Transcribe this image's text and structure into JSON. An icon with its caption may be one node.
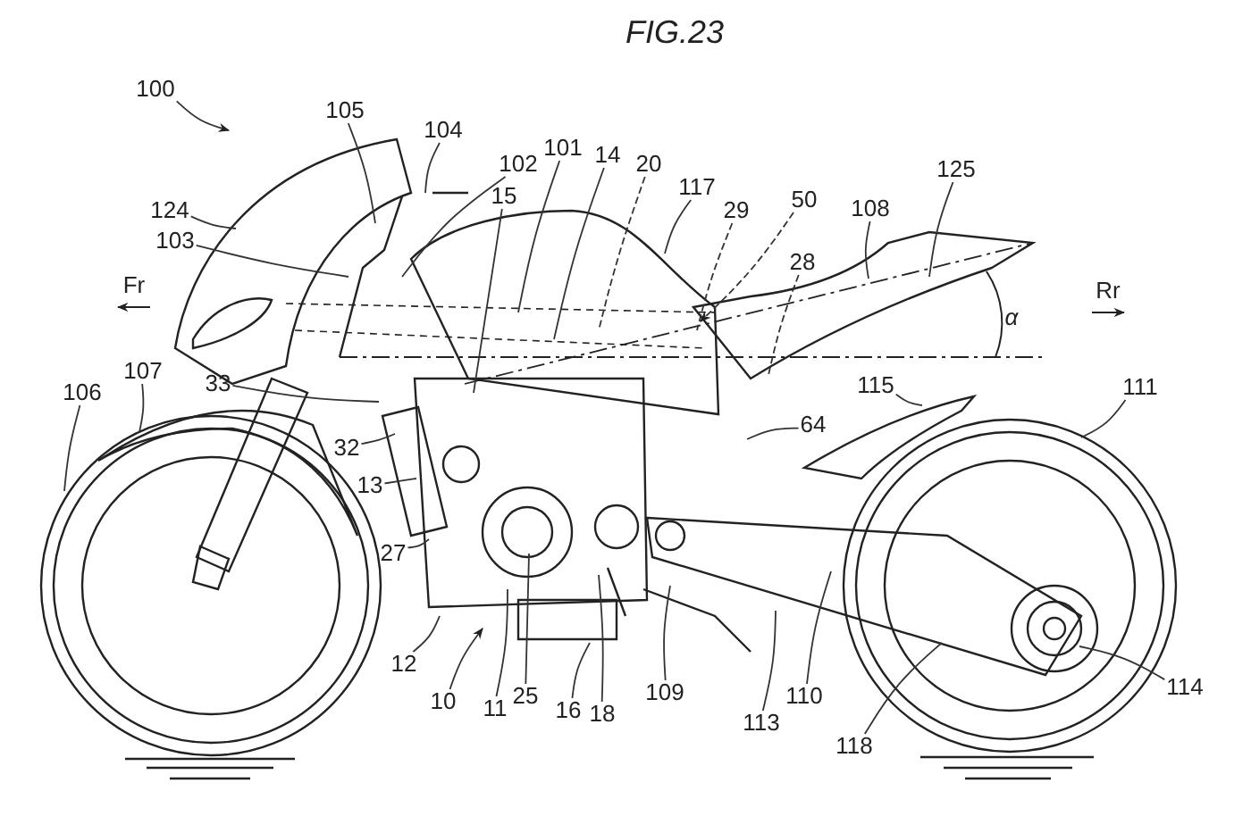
{
  "diagram": {
    "title": "FIG.23",
    "nodes": [
      {
        "text": [
          "100"
        ]
      },
      {
        "text": [
          "105"
        ]
      },
      {
        "text": [
          "104"
        ]
      },
      {
        "text": [
          "102"
        ]
      },
      {
        "text": [
          "101"
        ]
      },
      {
        "text": [
          "14"
        ]
      },
      {
        "text": [
          "20"
        ]
      },
      {
        "text": [
          "117"
        ]
      },
      {
        "text": [
          "29"
        ]
      },
      {
        "text": [
          "50"
        ]
      },
      {
        "text": [
          "108"
        ]
      },
      {
        "text": [
          "125"
        ]
      },
      {
        "text": [
          "124"
        ]
      },
      {
        "text": [
          "103"
        ]
      },
      {
        "text": [
          "15"
        ]
      },
      {
        "text": [
          "28"
        ]
      },
      {
        "text": [
          "106"
        ]
      },
      {
        "text": [
          "107"
        ]
      },
      {
        "text": [
          "33"
        ]
      },
      {
        "text": [
          "32"
        ]
      },
      {
        "text": [
          "13"
        ]
      },
      {
        "text": [
          "64"
        ]
      },
      {
        "text": [
          "115"
        ]
      },
      {
        "text": [
          "111"
        ]
      },
      {
        "text": [
          "27"
        ]
      },
      {
        "text": [
          "12"
        ]
      },
      {
        "text": [
          "10"
        ]
      },
      {
        "text": [
          "11"
        ]
      },
      {
        "text": [
          "25"
        ]
      },
      {
        "text": [
          "16"
        ]
      },
      {
        "text": [
          "18"
        ]
      },
      {
        "text": [
          "109"
        ]
      },
      {
        "text": [
          "113"
        ]
      },
      {
        "text": [
          "110"
        ]
      },
      {
        "text": [
          "118"
        ]
      },
      {
        "text": [
          "114"
        ]
      }
    ],
    "edges": [
      {
        "from": 0,
        "to": null,
        "arrow": "to"
      },
      {
        "from": 1,
        "to": null,
        "arrow": "none"
      },
      {
        "from": 2,
        "to": null,
        "arrow": "none"
      },
      {
        "from": 3,
        "to": null,
        "arrow": "none"
      },
      {
        "from": 4,
        "to": null,
        "arrow": "none"
      },
      {
        "from": 5,
        "to": null,
        "arrow": "none"
      },
      {
        "from": 6,
        "to": null,
        "arrow": "none",
        "style": "dashed"
      },
      {
        "from": 7,
        "to": null,
        "arrow": "none"
      },
      {
        "from": 8,
        "to": null,
        "arrow": "none",
        "style": "dashed"
      },
      {
        "from": 9,
        "to": null,
        "arrow": "to",
        "style": "dashed"
      },
      {
        "from": 10,
        "to": null,
        "arrow": "none"
      },
      {
        "from": 11,
        "to": null,
        "arrow": "none"
      },
      {
        "from": 12,
        "to": null,
        "arrow": "none"
      },
      {
        "from": 13,
        "to": null,
        "arrow": "none"
      },
      {
        "from": 14,
        "to": null,
        "arrow": "none"
      },
      {
        "from": 15,
        "to": null,
        "arrow": "none",
        "style": "dashed"
      },
      {
        "from": 16,
        "to": null,
        "arrow": "none"
      },
      {
        "from": 17,
        "to": null,
        "arrow": "none"
      },
      {
        "from": 18,
        "to": null,
        "arrow": "none"
      },
      {
        "from": 19,
        "to": null,
        "arrow": "none"
      },
      {
        "from": 20,
        "to": null,
        "arrow": "none"
      },
      {
        "from": 21,
        "to": null,
        "arrow": "none"
      },
      {
        "from": 22,
        "to": null,
        "arrow": "none"
      },
      {
        "from": 23,
        "to": null,
        "arrow": "none"
      },
      {
        "from": 24,
        "to": null,
        "arrow": "none"
      },
      {
        "from": 25,
        "to": null,
        "arrow": "none"
      },
      {
        "from": 26,
        "to": null,
        "arrow": "to"
      },
      {
        "from": 27,
        "to": null,
        "arrow": "none"
      },
      {
        "from": 28,
        "to": null,
        "arrow": "none"
      },
      {
        "from": 29,
        "to": null,
        "arrow": "none"
      },
      {
        "from": 30,
        "to": null,
        "arrow": "none"
      },
      {
        "from": 31,
        "to": null,
        "arrow": "none"
      },
      {
        "from": 32,
        "to": null,
        "arrow": "none"
      },
      {
        "from": 33,
        "to": null,
        "arrow": "none"
      },
      {
        "from": 34,
        "to": null,
        "arrow": "none"
      },
      {
        "from": 35,
        "to": null,
        "arrow": "none"
      }
    ],
    "labels": [
      "Fr",
      "Rr",
      "α"
    ]
  }
}
